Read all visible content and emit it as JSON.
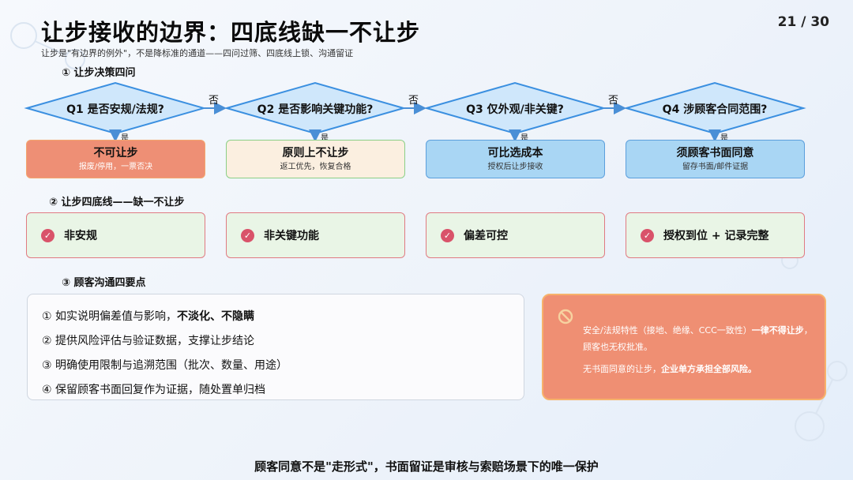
{
  "slide": {
    "title": "让步接收的边界：四底线缺一不让步",
    "page_number": "21 / 30",
    "subtitle": "让步是\"有边界的例外\"，不是降标准的通道——四问过筛、四底线上锁、沟通留证"
  },
  "section1": {
    "heading": "① 让步决策四问",
    "no_label": "否",
    "yes_label": "是",
    "questions": [
      {
        "label": "Q1 是否安规/法规?"
      },
      {
        "label": "Q2 是否影响关键功能?"
      },
      {
        "label": "Q3 仅外观/非关键?"
      },
      {
        "label": "Q4 涉顾客合同范围?"
      }
    ],
    "outcomes": [
      {
        "title": "不可让步",
        "sub": "报废/停用，一票否决"
      },
      {
        "title": "原则上不让步",
        "sub": "返工优先，恢复合格"
      },
      {
        "title": "可比选成本",
        "sub": "授权后让步接收"
      },
      {
        "title": "须顾客书面同意",
        "sub": "留存书面/邮件证据"
      }
    ]
  },
  "section2": {
    "heading": "② 让步四底线——缺一不让步",
    "check_icon": "check-circle-icon",
    "items": [
      {
        "label": "非安规"
      },
      {
        "label": "非关键功能"
      },
      {
        "label": "偏差可控"
      },
      {
        "label": "授权到位 + 记录完整"
      }
    ]
  },
  "section3": {
    "heading": "③ 顾客沟通四要点",
    "items": [
      {
        "text": "① 如实说明偏差值与影响，",
        "bold": "不淡化、不隐瞒"
      },
      {
        "text": "② 提供风险评估与验证数据，支撑让步结论",
        "bold": ""
      },
      {
        "text": "③ 明确使用限制与追溯范围（批次、数量、用途）",
        "bold": ""
      },
      {
        "text": "④ 保留顾客书面回复作为证据，随处置单归档",
        "bold": ""
      }
    ]
  },
  "warning": {
    "icon": "prohibited-icon",
    "line1_a": "安全/法规特性（接地、绝缘、CCC一致性）",
    "line1_b": "一律不得让步",
    "line1_c": "，顾客也无权批准。",
    "line2_a": "无书面同意的让步，",
    "line2_b": "企业单方承担全部风险。"
  },
  "footer": "顾客同意不是\"走形式\"，书面留证是审核与索赔场景下的唯一保护",
  "colors": {
    "diamond_fill": "#cfe7fb",
    "diamond_stroke": "#3a8fe0",
    "outcome_red": "#ee8f75",
    "outcome_cream": "#fbefe0",
    "outcome_blue": "#a9d6f4",
    "warning_bg": "#ef8f73",
    "check": "#d9536a"
  }
}
